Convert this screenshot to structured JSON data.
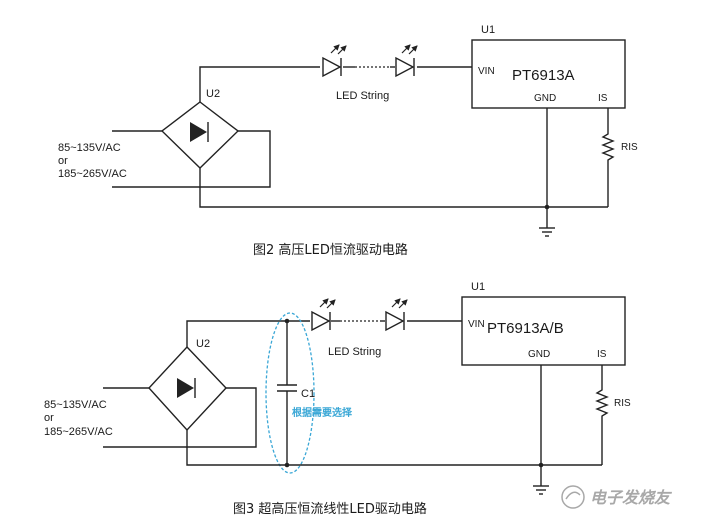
{
  "figure2": {
    "caption": "图2 高压LED恒流驱动电路",
    "ic_ref": "U1",
    "ic_part": "PT6913A",
    "pin_vin": "VIN",
    "pin_gnd": "GND",
    "pin_is": "IS",
    "bridge_ref": "U2",
    "led_label": "LED String",
    "input_line1": "85~135V/AC",
    "input_line2": "or",
    "input_line3": "185~265V/AC",
    "resistor_label": "RIS"
  },
  "figure3": {
    "caption": "图3 超高压恒流线性LED驱动电路",
    "ic_ref": "U1",
    "ic_part": "PT6913A/B",
    "pin_vin": "VIN",
    "pin_gnd": "GND",
    "pin_is": "IS",
    "bridge_ref": "U2",
    "led_label": "LED String",
    "input_line1": "85~135V/AC",
    "input_line2": "or",
    "input_line3": "185~265V/AC",
    "resistor_label": "RIS",
    "cap_ref": "C1",
    "cap_note": "根据需要选择",
    "note_color": "#3aa7d6"
  },
  "watermark": {
    "text": "电子发烧友",
    "color": "#9a9a9a"
  }
}
